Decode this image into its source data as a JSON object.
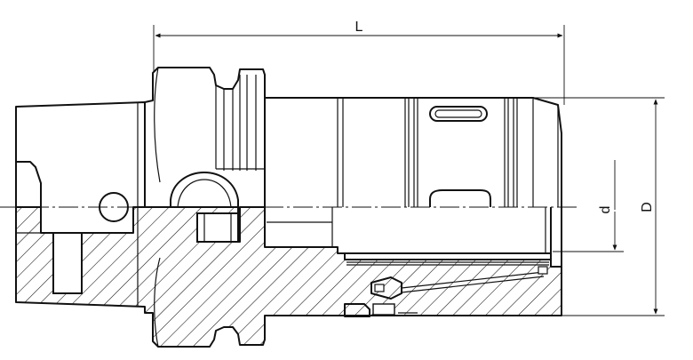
{
  "drawing": {
    "dimension_labels": {
      "length": "L",
      "outer_diameter": "D",
      "bore_diameter": "d"
    }
  }
}
